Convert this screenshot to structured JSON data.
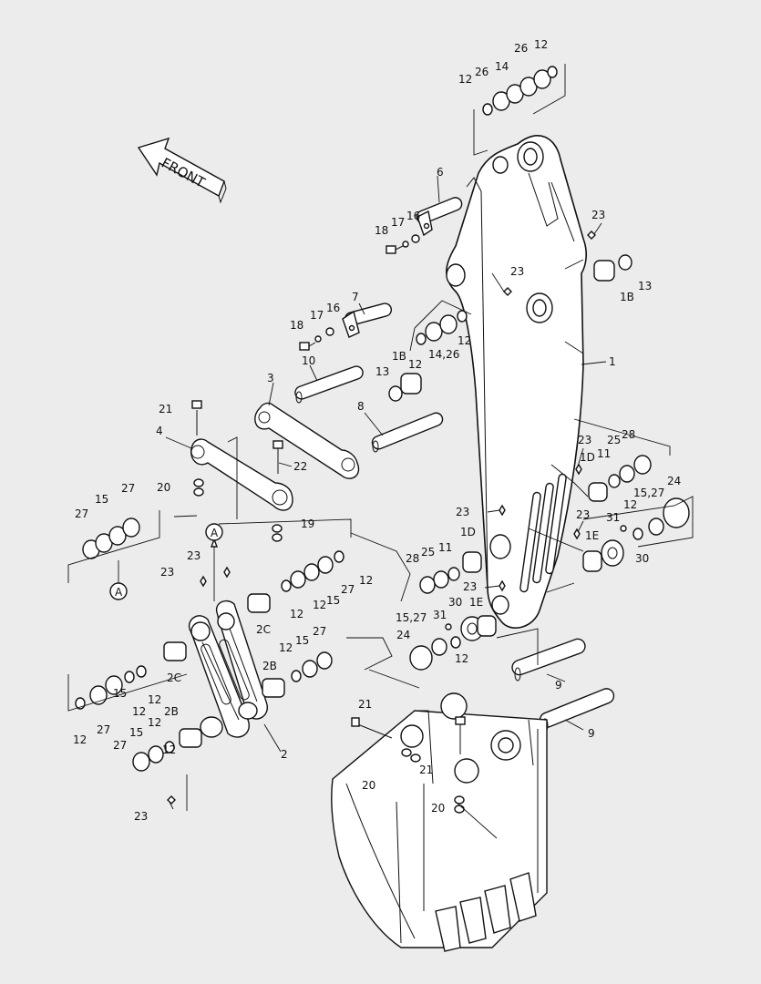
{
  "diagram": {
    "front_label": "FRONT",
    "detail_ref": "A",
    "callouts": [
      {
        "id": "c1",
        "text": "1"
      },
      {
        "id": "c1B_a",
        "text": "1B"
      },
      {
        "id": "c1B_b",
        "text": "1B"
      },
      {
        "id": "c1D_a",
        "text": "1D"
      },
      {
        "id": "c1D_b",
        "text": "1D"
      },
      {
        "id": "c1E_a",
        "text": "1E"
      },
      {
        "id": "c1E_b",
        "text": "1E"
      },
      {
        "id": "c2",
        "text": "2"
      },
      {
        "id": "c2B_a",
        "text": "2B"
      },
      {
        "id": "c2B_b",
        "text": "2B"
      },
      {
        "id": "c2C_a",
        "text": "2C"
      },
      {
        "id": "c2C_b",
        "text": "2C"
      },
      {
        "id": "c3",
        "text": "3"
      },
      {
        "id": "c4",
        "text": "4"
      },
      {
        "id": "c6",
        "text": "6"
      },
      {
        "id": "c7",
        "text": "7"
      },
      {
        "id": "c8",
        "text": "8"
      },
      {
        "id": "c9_a",
        "text": "9"
      },
      {
        "id": "c9_b",
        "text": "9"
      },
      {
        "id": "c10",
        "text": "10"
      },
      {
        "id": "c11_a",
        "text": "11"
      },
      {
        "id": "c11_b",
        "text": "11"
      },
      {
        "id": "c12_1",
        "text": "12"
      },
      {
        "id": "c12_2",
        "text": "12"
      },
      {
        "id": "c12_3",
        "text": "12"
      },
      {
        "id": "c12_4",
        "text": "12"
      },
      {
        "id": "c12_5",
        "text": "12"
      },
      {
        "id": "c12_6",
        "text": "12"
      },
      {
        "id": "c12_7",
        "text": "12"
      },
      {
        "id": "c12_8",
        "text": "12"
      },
      {
        "id": "c12_9",
        "text": "12"
      },
      {
        "id": "c12_10",
        "text": "12"
      },
      {
        "id": "c12_11",
        "text": "12"
      },
      {
        "id": "c12_12",
        "text": "12"
      },
      {
        "id": "c12_13",
        "text": "12"
      },
      {
        "id": "c12_14",
        "text": "12"
      },
      {
        "id": "c12_15",
        "text": "12"
      },
      {
        "id": "c13_a",
        "text": "13"
      },
      {
        "id": "c13_b",
        "text": "13"
      },
      {
        "id": "c14",
        "text": "14"
      },
      {
        "id": "c14_26",
        "text": "14,26"
      },
      {
        "id": "c15_1",
        "text": "15"
      },
      {
        "id": "c15_2",
        "text": "15"
      },
      {
        "id": "c15_3",
        "text": "15"
      },
      {
        "id": "c15_4",
        "text": "15"
      },
      {
        "id": "c15_5",
        "text": "15"
      },
      {
        "id": "c15_27a",
        "text": "15,27"
      },
      {
        "id": "c15_27b",
        "text": "15,27"
      },
      {
        "id": "c16_a",
        "text": "16"
      },
      {
        "id": "c16_b",
        "text": "16"
      },
      {
        "id": "c17_a",
        "text": "17"
      },
      {
        "id": "c17_b",
        "text": "17"
      },
      {
        "id": "c18_a",
        "text": "18"
      },
      {
        "id": "c18_b",
        "text": "18"
      },
      {
        "id": "c19",
        "text": "19"
      },
      {
        "id": "c20_a",
        "text": "20"
      },
      {
        "id": "c20_b",
        "text": "20"
      },
      {
        "id": "c20_c",
        "text": "20"
      },
      {
        "id": "c21_a",
        "text": "21"
      },
      {
        "id": "c21_b",
        "text": "21"
      },
      {
        "id": "c21_c",
        "text": "21"
      },
      {
        "id": "c22",
        "text": "22"
      },
      {
        "id": "c23_1",
        "text": "23"
      },
      {
        "id": "c23_2",
        "text": "23"
      },
      {
        "id": "c23_3",
        "text": "23"
      },
      {
        "id": "c23_4",
        "text": "23"
      },
      {
        "id": "c23_5",
        "text": "23"
      },
      {
        "id": "c23_6",
        "text": "23"
      },
      {
        "id": "c23_7",
        "text": "23"
      },
      {
        "id": "c23_8",
        "text": "23"
      },
      {
        "id": "c23_9",
        "text": "23"
      },
      {
        "id": "c24_a",
        "text": "24"
      },
      {
        "id": "c24_b",
        "text": "24"
      },
      {
        "id": "c25_a",
        "text": "25"
      },
      {
        "id": "c25_b",
        "text": "25"
      },
      {
        "id": "c26_a",
        "text": "26"
      },
      {
        "id": "c26_b",
        "text": "26"
      },
      {
        "id": "c27_1",
        "text": "27"
      },
      {
        "id": "c27_2",
        "text": "27"
      },
      {
        "id": "c27_3",
        "text": "27"
      },
      {
        "id": "c27_4",
        "text": "27"
      },
      {
        "id": "c27_5",
        "text": "27"
      },
      {
        "id": "c27_6",
        "text": "27"
      },
      {
        "id": "c28_a",
        "text": "28"
      },
      {
        "id": "c28_b",
        "text": "28"
      },
      {
        "id": "c30_a",
        "text": "30"
      },
      {
        "id": "c30_b",
        "text": "30"
      },
      {
        "id": "c31_a",
        "text": "31"
      },
      {
        "id": "c31_b",
        "text": "31"
      }
    ]
  }
}
